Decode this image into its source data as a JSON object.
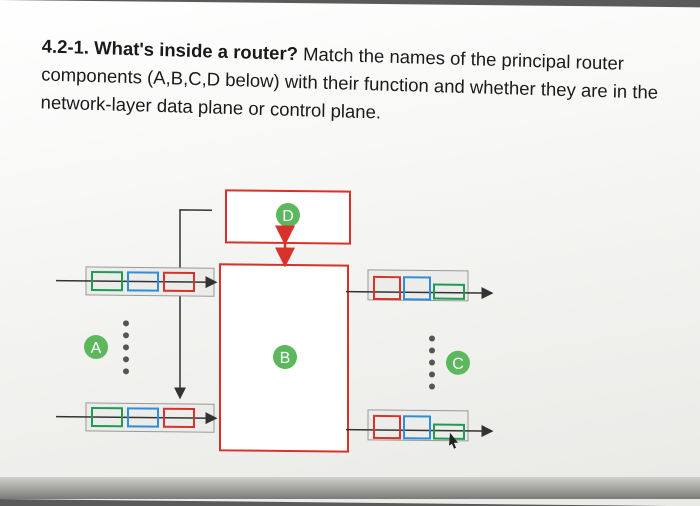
{
  "question": {
    "number": "4.2-1.",
    "heading": "What's inside a router?",
    "body": "Match the names of the principal router components (A,B,C,D below) with their function and whether they are in the network-layer data plane or control plane."
  },
  "diagram": {
    "labels": {
      "A": "A",
      "B": "B",
      "C": "C",
      "D": "D"
    },
    "colors": {
      "green": "#1f9b52",
      "blue": "#2f8ed8",
      "red": "#d9322b",
      "line": "#333333",
      "badge_green": "#5cb85c"
    }
  }
}
